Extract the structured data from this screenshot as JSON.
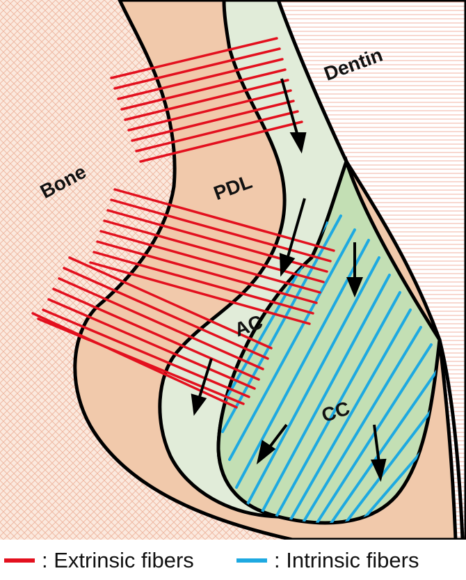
{
  "labels": {
    "bone": "Bone",
    "dentin": "Dentin",
    "pdl": "PDL",
    "ac": "AC",
    "cc": "CC"
  },
  "legend": {
    "extrinsic": ": Extrinsic fibers",
    "intrinsic": ": Intrinsic fibers"
  },
  "colors": {
    "bone": "#f1c9ab",
    "pdl": "#f1c9ab",
    "dentin": "#ffffff",
    "acellular_cementum": "#e1ecd9",
    "cellular_cementum": "#c3dfb4",
    "extrinsic_fibers": "#e3101e",
    "intrinsic_fibers": "#1ea9e1",
    "outline": "#000000",
    "arrow": "#000000"
  },
  "icons": {
    "flow_arrow": "arrow-down-icon"
  }
}
